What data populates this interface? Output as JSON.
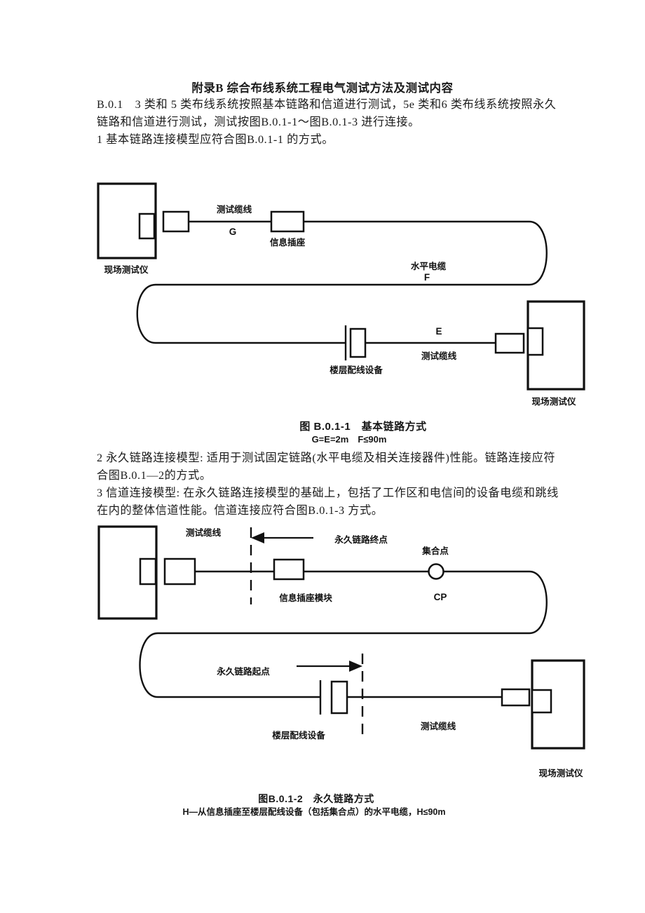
{
  "page": {
    "title": "附录B 综合布线系统工程电气测试方法及测试内容"
  },
  "body": {
    "para_b01_lines": [
      "B.0.1　3 类和 5 类布线系统按照基本链路和信道进行测试，5e 类和6 类布线系统按照永久",
      "链路和信道进行测试，测试按图B.0.1-1～图B.0.1-3 进行连接。",
      "1 基本链路连接模型应符合图B.0.1-1 的方式。"
    ],
    "para_23_lines": [
      "2 永久链路连接模型: 适用于测试固定链路(水平电缆及相关连接器件)性能。链路连接应符",
      "合图B.0.1—2的方式。",
      "3 信道连接模型: 在永久链路连接模型的基础上，包括了工作区和电信间的设备电缆和跳线",
      "在内的整体信道性能。信道连接应符合图B.0.1-3 方式。"
    ]
  },
  "figure1": {
    "caption_line1": "图 B.0.1-1　基本链路方式",
    "caption_line2": "G=E=2m　F≤90m",
    "labels": {
      "test_cable_top": "测试缆线",
      "g": "G",
      "info_outlet": "信息插座",
      "horizontal_cable": "水平电缆",
      "f": "F",
      "field_tester_left": "现场测试仪",
      "e": "E",
      "test_cable_bottom": "测试缆线",
      "floor_distributor": "楼层配线设备",
      "field_tester_right": "现场测试仪"
    }
  },
  "figure2": {
    "caption_line1": "图B.0.1-2　永久链路方式",
    "caption_line2": "H—从信息插座至楼层配线设备（包括集合点）的水平电缆，H≤90m",
    "labels": {
      "test_cable_top": "测试缆线",
      "permanent_link_end": "永久链路终点",
      "consolidation_point": "集合点",
      "cp": "CP",
      "info_outlet_module": "信息插座模块",
      "permanent_link_start": "永久链路起点",
      "floor_distributor": "楼层配线设备",
      "test_cable_bottom": "测试缆线",
      "field_tester": "现场测试仪"
    }
  },
  "colors": {
    "ink": "#111111",
    "paper": "#ffffff"
  }
}
